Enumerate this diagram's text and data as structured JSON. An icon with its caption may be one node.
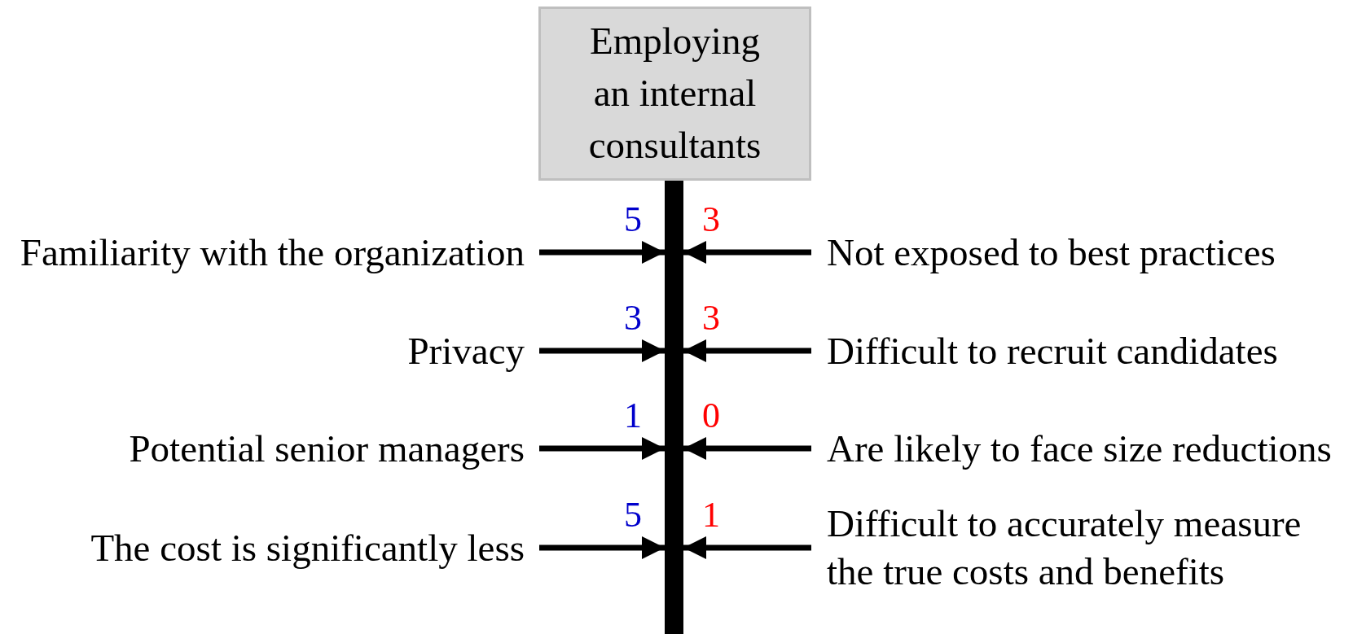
{
  "diagram": {
    "nodes": [
      {
        "text": [
          "Employing an internal consultants"
        ]
      },
      {
        "text": [],
        "shape": "bar"
      },
      {
        "text": [
          "Familiarity with the organization"
        ]
      },
      {
        "text": [
          "Not exposed to best practices"
        ]
      },
      {
        "text": [
          "Privacy"
        ]
      },
      {
        "text": [
          "Difficult to recruit candidates"
        ]
      },
      {
        "text": [
          "Potential senior managers"
        ]
      },
      {
        "text": [
          "Are likely to face size reductions"
        ]
      },
      {
        "text": [
          "The cost is significantly less"
        ]
      },
      {
        "text": [
          "Difficult to accurately measure the true costs and benefits"
        ]
      }
    ],
    "edges": [
      {
        "from": 2,
        "to": 1,
        "arrow": "to",
        "label": "5"
      },
      {
        "from": 3,
        "to": 1,
        "arrow": "to",
        "label": "3"
      },
      {
        "from": 4,
        "to": 1,
        "arrow": "to",
        "label": "3"
      },
      {
        "from": 5,
        "to": 1,
        "arrow": "to",
        "label": "3"
      },
      {
        "from": 6,
        "to": 1,
        "arrow": "to",
        "label": "1"
      },
      {
        "from": 7,
        "to": 1,
        "arrow": "to",
        "label": "0"
      },
      {
        "from": 8,
        "to": 1,
        "arrow": "to",
        "label": "5"
      },
      {
        "from": 9,
        "to": 1,
        "arrow": "to",
        "label": "1"
      }
    ]
  }
}
